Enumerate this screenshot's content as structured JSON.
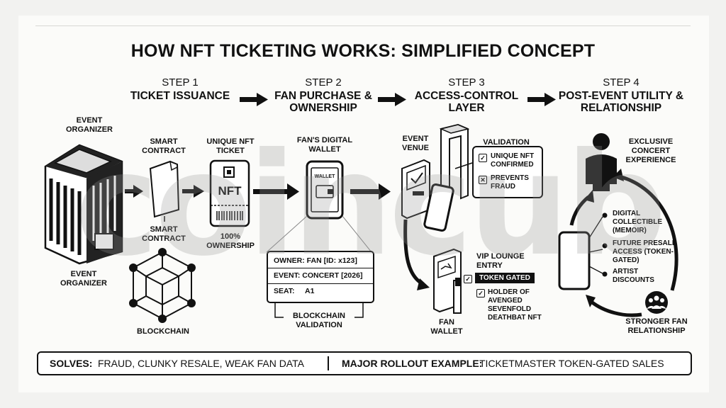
{
  "title": "HOW NFT TICKETING WORKS: SIMPLIFIED CONCEPT",
  "steps": [
    {
      "num": "STEP 1",
      "name": "TICKET ISSUANCE"
    },
    {
      "num": "STEP 2",
      "name": "FAN PURCHASE & OWNERSHIP"
    },
    {
      "num": "STEP 3",
      "name": "ACCESS-CONTROL LAYER"
    },
    {
      "num": "STEP 4",
      "name": "POST-EVENT UTILITY & RELATIONSHIP"
    }
  ],
  "step1": {
    "organizer_top": "EVENT ORGANIZER",
    "organizer_bottom": "EVENT ORGANIZER",
    "smart_contract_top": "SMART CONTRACT",
    "smart_contract_bottom": "SMART CONTRACT",
    "unique_ticket": "UNIQUE NFT TICKET",
    "ticket_text": "NFT",
    "ownership": "100% OWNERSHIP",
    "blockchain": "BLOCKCHAIN"
  },
  "step2": {
    "wallet_label": "FAN'S DIGITAL WALLET",
    "wallet_screen": "WALLET",
    "owner": "OWNER: FAN [ID: x123]",
    "event": "EVENT: CONCERT [2026]",
    "seat_label": "SEAT:",
    "seat_value": "A1",
    "validation": "BLOCKCHAIN VALIDATION"
  },
  "step3": {
    "event_venue": "EVENT VENUE",
    "validation_title": "VALIDATION",
    "check1": "UNIQUE NFT CONFIRMED",
    "check2": "PREVENTS FRAUD",
    "vip": "VIP LOUNGE ENTRY",
    "token_gated": "TOKEN GATED",
    "holder": "HOLDER OF AVENGED SEVENFOLD DEATHBAT NFT",
    "fan_wallet": "FAN WALLET"
  },
  "step4": {
    "exclusive": "EXCLUSIVE CONCERT EXPERIENCE",
    "item1": "DIGITAL COLLECTIBLE (MEMOIR)",
    "item2": "FUTURE PRESALE ACCESS (TOKEN-GATED)",
    "item3": "ARTIST DISCOUNTS",
    "relationship": "STRONGER FAN RELATIONSHIP"
  },
  "footer": {
    "solves_label": "SOLVES:",
    "solves_text": "FRAUD, CLUNKY RESALE, WEAK FAN DATA",
    "rollout_label": "MAJOR ROLLOUT EXAMPLE:",
    "rollout_text": "TICKETMASTER TOKEN-GATED SALES"
  },
  "watermark": "coincub"
}
